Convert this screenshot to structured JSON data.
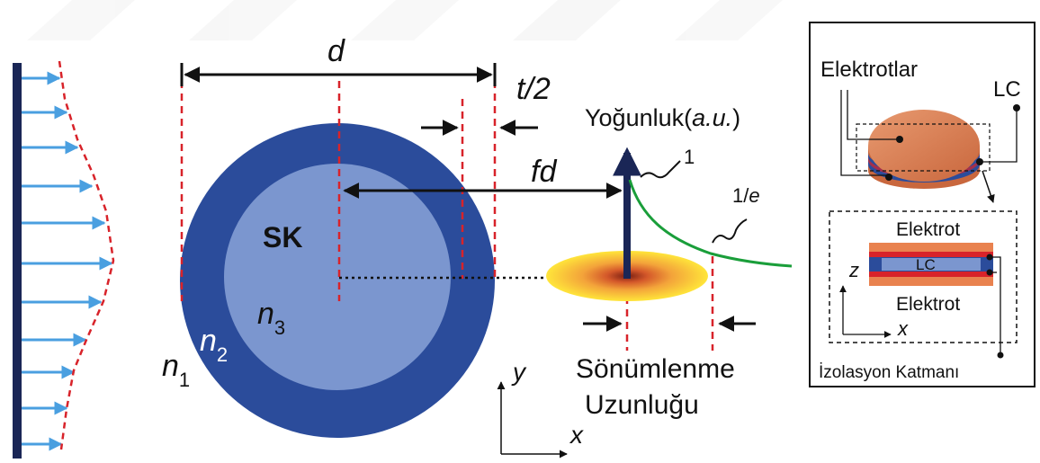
{
  "labels": {
    "d": "d",
    "t_half": "t/2",
    "intensity_prefix": "Yoğunluk(",
    "intensity_unit": "a.u.",
    "intensity_suffix": ")",
    "fd": "fd",
    "one": "1",
    "one_over_e_prefix": "1/",
    "one_over_e_e": "e",
    "sk": "SK",
    "n1": "n",
    "n1_sub": "1",
    "n2": "n",
    "n2_sub": "2",
    "n3": "n",
    "n3_sub": "3",
    "axis_y": "y",
    "axis_x": "x",
    "decay_line1": "Sönümlenme",
    "decay_line2": "Uzunluğu"
  },
  "inset": {
    "electrodes": "Elektrotlar",
    "lc": "LC",
    "electrode_top": "Elektrot",
    "lc_inner": "LC",
    "electrode_bottom": "Elektrot",
    "axis_z": "z",
    "axis_x": "x",
    "insulation": "İzolasyon Katmanı"
  },
  "colors": {
    "outer_circle": "#2b4c9b",
    "inner_circle": "#7b96cf",
    "arrow_blue": "#4a9fe0",
    "red_dash": "#d8232a",
    "navy": "#1a2656",
    "decay_curve": "#1a9e3a",
    "disk_orange": "#d9794f",
    "electrode_orange": "#e9824f"
  }
}
